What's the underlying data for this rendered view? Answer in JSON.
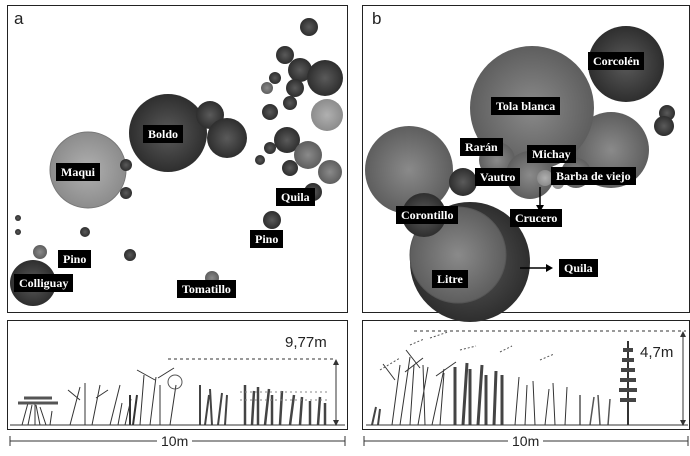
{
  "panels": {
    "a": {
      "letter": "a",
      "species_labels": [
        "Boldo",
        "Maqui",
        "Quila",
        "Pino",
        "Pino",
        "Colliguay",
        "Tomatillo"
      ],
      "height_label": "9,77m",
      "scale_label": "10m"
    },
    "b": {
      "letter": "b",
      "species_labels": [
        "Corcolén",
        "Tola blanca",
        "Rarán",
        "Michay",
        "Vautro",
        "Barba de viejo",
        "Crucero",
        "Corontillo",
        "Litre",
        "Quila"
      ],
      "height_label": "4,7m",
      "scale_label": "10m"
    }
  },
  "colors": {
    "dark_crown": "#3a3a3a",
    "mid_crown": "#6e6e6e",
    "light_crown": "#9a9a9a",
    "label_bg": "#000000",
    "label_text": "#ffffff"
  }
}
